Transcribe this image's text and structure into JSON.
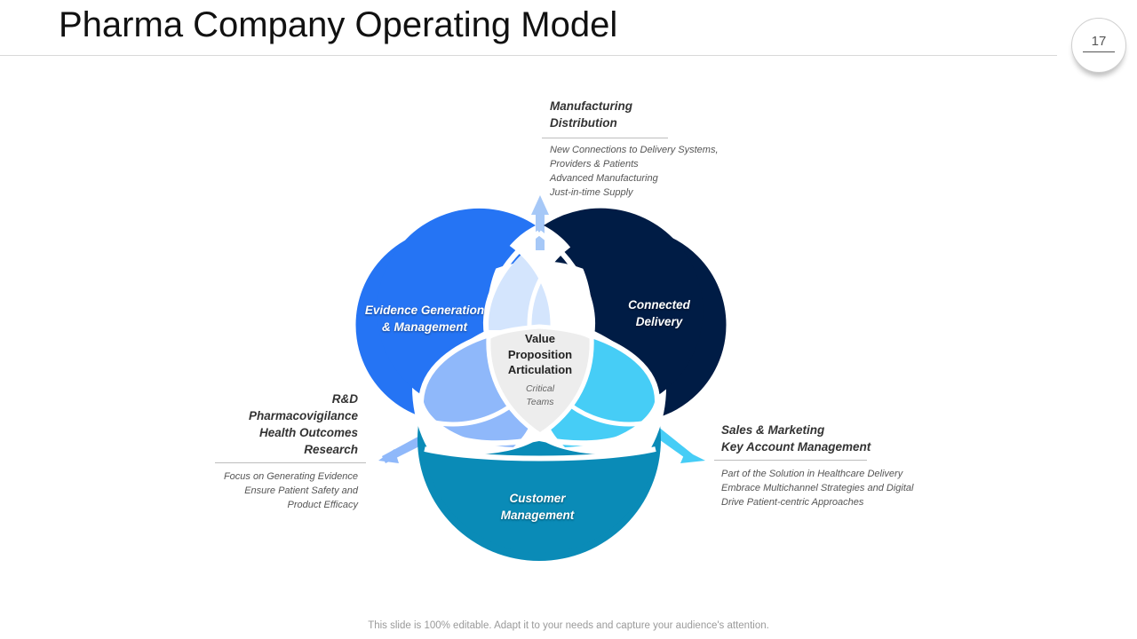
{
  "slide": {
    "title": "Pharma Company Operating Model",
    "page_number": "17",
    "footer": "This slide is 100% editable. Adapt it to your needs and capture your audience's attention."
  },
  "circles": {
    "evidence": {
      "line1": "Evidence Generation",
      "line2": "& Management",
      "color": "#2574f4"
    },
    "connected": {
      "line1": "Connected",
      "line2": "Delivery",
      "color": "#001c45"
    },
    "customer": {
      "line1": "Customer",
      "line2": "Management",
      "color": "#0a8bb7"
    }
  },
  "center": {
    "line1": "Value",
    "line2": "Proposition",
    "line3": "Articulation",
    "sub1": "Critical",
    "sub2": "Teams"
  },
  "callouts": {
    "top": {
      "head1": "Manufacturing",
      "head2": "Distribution",
      "desc1": "New Connections to Delivery Systems,",
      "desc2": "Providers & Patients",
      "desc3": "Advanced Manufacturing",
      "desc4": "Just-in-time Supply"
    },
    "left": {
      "head1": "R&D",
      "head2": "Pharmacovigilance",
      "head3": "Health Outcomes",
      "head4": "Research",
      "desc1": "Focus on Generating Evidence",
      "desc2": "Ensure Patient Safety and",
      "desc3": "Product Efficacy"
    },
    "right": {
      "head1": "Sales & Marketing",
      "head2": "Key Account Management",
      "desc1": "Part of the Solution in Healthcare Delivery",
      "desc2": "Embrace Multichannel Strategies and Digital",
      "desc3": "Drive Patient-centric Approaches"
    }
  },
  "colors": {
    "lens_top": "#d4e5fd",
    "lens_left": "#8fb8fa",
    "lens_right": "#46cdf6",
    "center": "#ededed",
    "arrow_top": "#a6c8f7",
    "arrow_left": "#8fb8fa",
    "arrow_right": "#46cdf6"
  }
}
